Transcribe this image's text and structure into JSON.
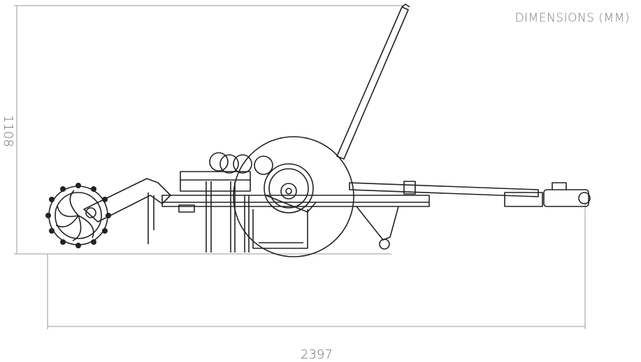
{
  "title": "DIMENSIONS (MM)",
  "dimensions": {
    "height": "1108",
    "length": "2397"
  }
}
